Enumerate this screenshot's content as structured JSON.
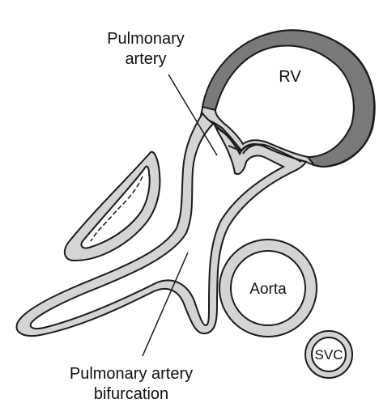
{
  "labels": {
    "pulmonary_artery_line1": "Pulmonary",
    "pulmonary_artery_line2": "artery",
    "rv": "RV",
    "aorta": "Aorta",
    "svc": "SVC",
    "bifurcation_line1": "Pulmonary artery",
    "bifurcation_line2": "bifurcation"
  },
  "colors": {
    "wall_fill": "#d4d4d4",
    "rv_wall_dark": "#7a7a7a",
    "outline": "#1a1a1a",
    "background": "#ffffff"
  }
}
